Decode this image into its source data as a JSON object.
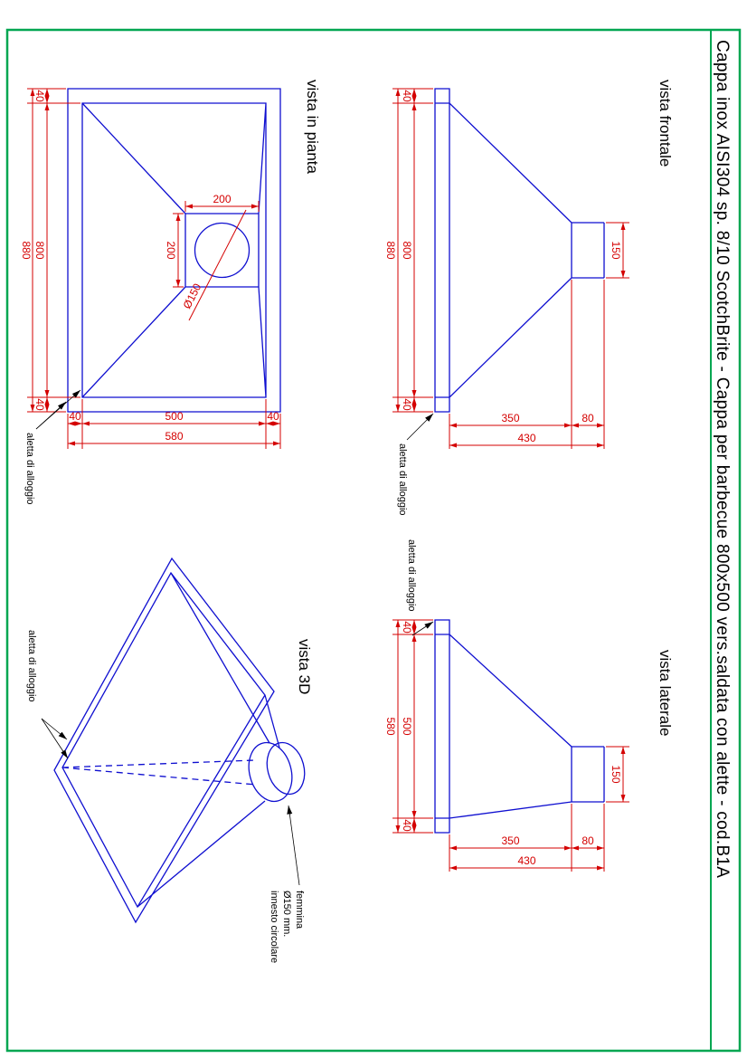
{
  "title": "Cappa inox AISI304 sp. 8/10 ScotchBrite - Cappa per barbecue 800x500 vers.saldata con alette - cod.B1A",
  "colors": {
    "geometry": "#0f0fd0",
    "dimensions": "#d40000",
    "border": "#00a651",
    "text": "#000000"
  },
  "views": {
    "plan": {
      "label": "vista in pianta",
      "note": "aletta di alloggio",
      "dims": {
        "t40": "40",
        "h800": "800",
        "h880": "880",
        "b40": "40",
        "l40": "40",
        "w500": "500",
        "r40": "40",
        "w580": "580",
        "s200w": "200",
        "s200h": "200",
        "hole": "Ø150"
      }
    },
    "front": {
      "label": "vista frontale",
      "note": "aletta di alloggio",
      "dims": {
        "t40": "40",
        "w800": "800",
        "w880": "880",
        "b40": "40",
        "d350": "350",
        "d80": "80",
        "d430": "430",
        "c150": "150"
      }
    },
    "side": {
      "label": "vista laterale",
      "note": "aletta di alloggio",
      "dims": {
        "t40": "40",
        "d500": "500",
        "d580": "580",
        "b40": "40",
        "b350": "350",
        "b80": "80",
        "b430": "430",
        "c150": "150"
      }
    },
    "three_d": {
      "label": "vista 3D",
      "note": "aletta di alloggio",
      "connector_line1": "innesto circolare",
      "connector_line2": "Ø150 mm.",
      "connector_line3": "femmina"
    }
  }
}
